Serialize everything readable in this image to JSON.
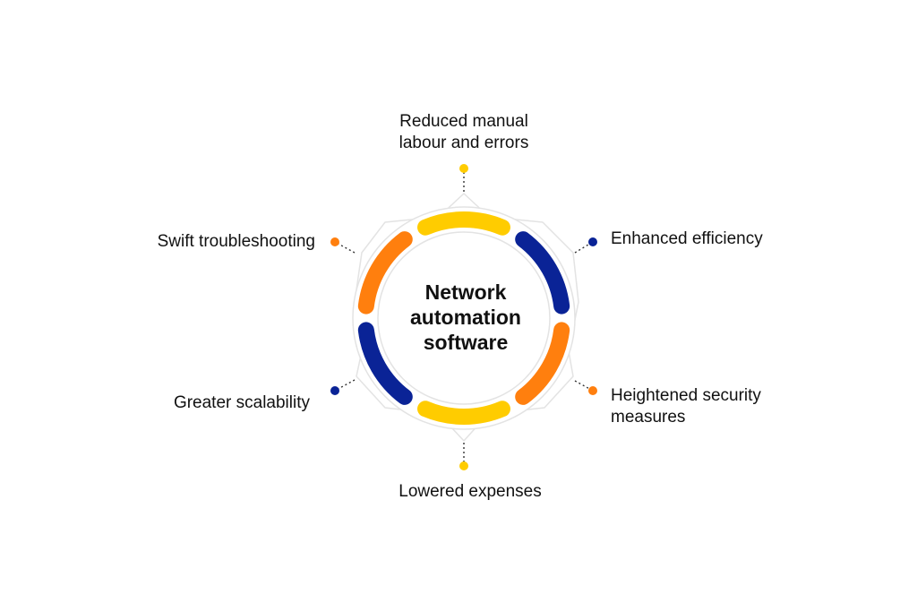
{
  "center": {
    "lines": [
      "Network",
      "automation",
      "software"
    ]
  },
  "colors": {
    "yellow": "#FFCC00",
    "navy": "#0A2396",
    "orange": "#FF7F0E",
    "ring": "#E3E3E3",
    "dot_line": "#333333"
  },
  "benefits": [
    {
      "id": "top",
      "lines": [
        "Reduced manual",
        "labour and errors"
      ],
      "color": "yellow"
    },
    {
      "id": "top-right",
      "lines": [
        "Enhanced efficiency"
      ],
      "color": "navy"
    },
    {
      "id": "bottom-right",
      "lines": [
        "Heightened security",
        "measures"
      ],
      "color": "orange"
    },
    {
      "id": "bottom",
      "lines": [
        "Lowered expenses"
      ],
      "color": "yellow"
    },
    {
      "id": "bottom-left",
      "lines": [
        "Greater scalability"
      ],
      "color": "navy"
    },
    {
      "id": "top-left",
      "lines": [
        "Swift troubleshooting"
      ],
      "color": "orange"
    }
  ]
}
